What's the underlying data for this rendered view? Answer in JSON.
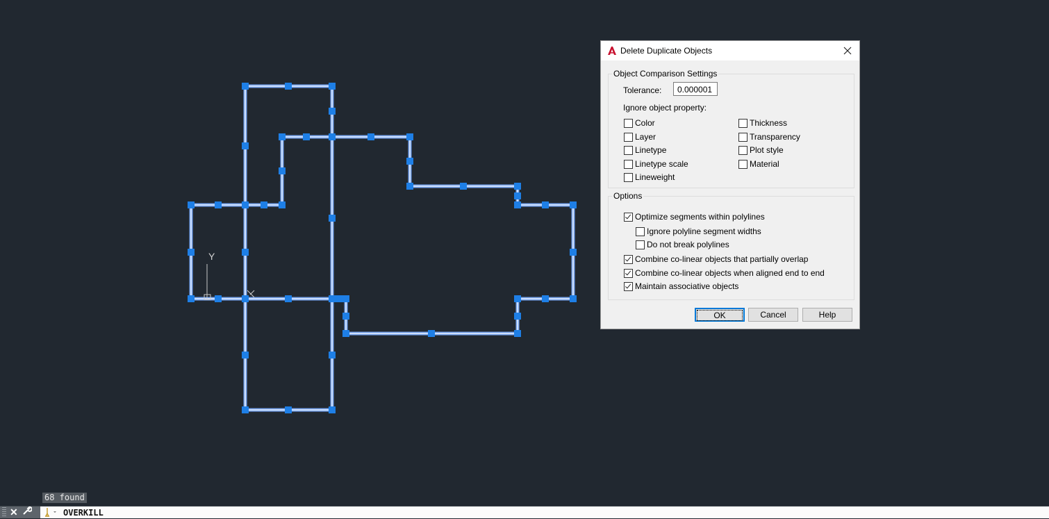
{
  "canvas": {
    "background": "#212830",
    "line_color": "#7aa6ee",
    "grip_color": "#1e7fe6",
    "ucs": {
      "y_label": "Y",
      "x_label": "X"
    },
    "segments": [
      [
        353,
        124,
        478,
        124
      ],
      [
        353,
        124,
        353,
        590
      ],
      [
        478,
        124,
        478,
        590
      ],
      [
        406,
        197,
        590,
        197
      ],
      [
        406,
        197,
        406,
        295
      ],
      [
        590,
        197,
        590,
        268
      ],
      [
        590,
        268,
        745,
        268
      ],
      [
        745,
        268,
        745,
        295
      ],
      [
        745,
        295,
        825,
        295
      ],
      [
        825,
        295,
        825,
        430
      ],
      [
        745,
        430,
        825,
        430
      ],
      [
        745,
        430,
        745,
        480
      ],
      [
        498,
        480,
        745,
        480
      ],
      [
        498,
        430,
        498,
        480
      ],
      [
        478,
        430,
        498,
        430
      ],
      [
        275,
        295,
        406,
        295
      ],
      [
        275,
        295,
        275,
        430
      ],
      [
        275,
        430,
        478,
        430
      ],
      [
        353,
        590,
        478,
        590
      ]
    ],
    "grips": [
      [
        353,
        124
      ],
      [
        415,
        124
      ],
      [
        478,
        124
      ],
      [
        478,
        160
      ],
      [
        353,
        210
      ],
      [
        406,
        197
      ],
      [
        441,
        197
      ],
      [
        478,
        197
      ],
      [
        534,
        197
      ],
      [
        590,
        197
      ],
      [
        590,
        232
      ],
      [
        406,
        246
      ],
      [
        275,
        295
      ],
      [
        314,
        295
      ],
      [
        353,
        295
      ],
      [
        380,
        295
      ],
      [
        406,
        295
      ],
      [
        590,
        268
      ],
      [
        667,
        268
      ],
      [
        745,
        268
      ],
      [
        745,
        282
      ],
      [
        745,
        295
      ],
      [
        785,
        295
      ],
      [
        825,
        295
      ],
      [
        275,
        363
      ],
      [
        353,
        363
      ],
      [
        478,
        314
      ],
      [
        825,
        363
      ],
      [
        275,
        430
      ],
      [
        314,
        430
      ],
      [
        353,
        430
      ],
      [
        415,
        430
      ],
      [
        478,
        430
      ],
      [
        488,
        430
      ],
      [
        498,
        430
      ],
      [
        745,
        430
      ],
      [
        785,
        430
      ],
      [
        825,
        430
      ],
      [
        498,
        455
      ],
      [
        745,
        455
      ],
      [
        498,
        480
      ],
      [
        621,
        480
      ],
      [
        745,
        480
      ],
      [
        353,
        511
      ],
      [
        478,
        511
      ],
      [
        353,
        590
      ],
      [
        415,
        590
      ],
      [
        478,
        590
      ]
    ]
  },
  "status": {
    "found_text": "68 found"
  },
  "command_line": {
    "command": "OVERKILL"
  },
  "dialog": {
    "title": "Delete Duplicate Objects",
    "groups": {
      "comparison": {
        "label": "Object Comparison Settings",
        "tolerance_label": "Tolerance:",
        "tolerance_value": "0.000001",
        "ignore_label": "Ignore object property:",
        "properties": [
          {
            "label": "Color",
            "checked": false
          },
          {
            "label": "Layer",
            "checked": false
          },
          {
            "label": "Linetype",
            "checked": false
          },
          {
            "label": "Linetype scale",
            "checked": false
          },
          {
            "label": "Lineweight",
            "checked": false
          },
          {
            "label": "Thickness",
            "checked": false
          },
          {
            "label": "Transparency",
            "checked": false
          },
          {
            "label": "Plot style",
            "checked": false
          },
          {
            "label": "Material",
            "checked": false
          }
        ]
      },
      "options": {
        "label": "Options",
        "items": [
          {
            "label": "Optimize segments within polylines",
            "checked": true
          },
          {
            "label": "Ignore polyline segment widths",
            "checked": false
          },
          {
            "label": "Do not break polylines",
            "checked": false
          },
          {
            "label": "Combine co-linear objects that partially overlap",
            "checked": true
          },
          {
            "label": "Combine co-linear objects when aligned end to end",
            "checked": true
          },
          {
            "label": "Maintain associative objects",
            "checked": true
          }
        ]
      }
    },
    "buttons": {
      "ok": "OK",
      "cancel": "Cancel",
      "help": "Help"
    }
  }
}
